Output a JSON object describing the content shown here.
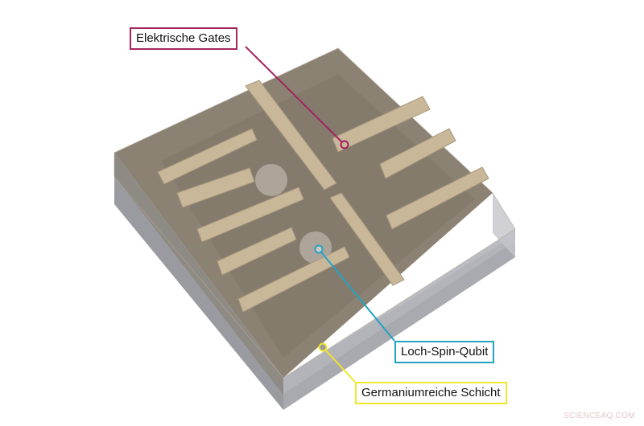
{
  "diagram": {
    "subject": "Germanium chip with electric gates and hole spin qubits",
    "labels": [
      {
        "id": "gates",
        "text": "Elektrische Gates",
        "color": "#a3245f"
      },
      {
        "id": "qubit",
        "text": "Loch-Spin-Qubit",
        "color": "#23a2c4"
      },
      {
        "id": "layer",
        "text": "Germaniumreiche Schicht",
        "color": "#f0e62a"
      }
    ],
    "colors": {
      "top_surface": "#8c8273",
      "inner_surface": "#7f7667",
      "gate_metal": "#c9b79a",
      "gate_edge": "#a8987c",
      "side_left": "#8f8f96",
      "side_right": "#a6a6ae",
      "glass_top": "#c9c9d0"
    }
  },
  "watermark": "SCIENCEAQ.COM"
}
